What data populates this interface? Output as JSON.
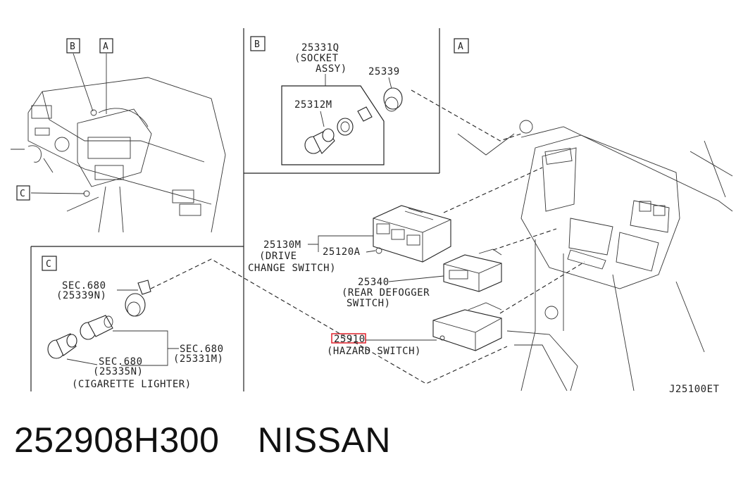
{
  "callouts": {
    "B_top": "B",
    "A_top": "A",
    "C_left": "C",
    "B_inset": "B",
    "A_main": "A",
    "C_inset": "C"
  },
  "parts": {
    "socket_assy_no": "25331Q",
    "socket_assy_l1": "(SOCKET",
    "socket_assy_l2": "ASSY)",
    "p25339": "25339",
    "p25312m": "25312M",
    "p25130m": "25130M",
    "p25130m_l1": "(DRIVE",
    "p25130m_l2": "CHANGE SWITCH)",
    "p25120a": "25120A",
    "p25340": "25340",
    "p25340_l1": "(REAR DEFOGGER",
    "p25340_l2": "SWITCH)",
    "p25910": "25910",
    "p25910_l1": "(HAZARD SWITCH)",
    "sec_a": "SEC.680",
    "sec_a_ref": "(25339N)",
    "sec_b": "SEC.680",
    "sec_b_ref": "(25331M)",
    "sec_c": "SEC.680",
    "sec_c_ref": "(25335N)",
    "cig_lighter": "(CIGARETTE LIGHTER)"
  },
  "diagram_code": "J25100ET",
  "highlight_color": "#e0202a",
  "footer": {
    "part_number": "252908H300",
    "brand": "NISSAN"
  }
}
